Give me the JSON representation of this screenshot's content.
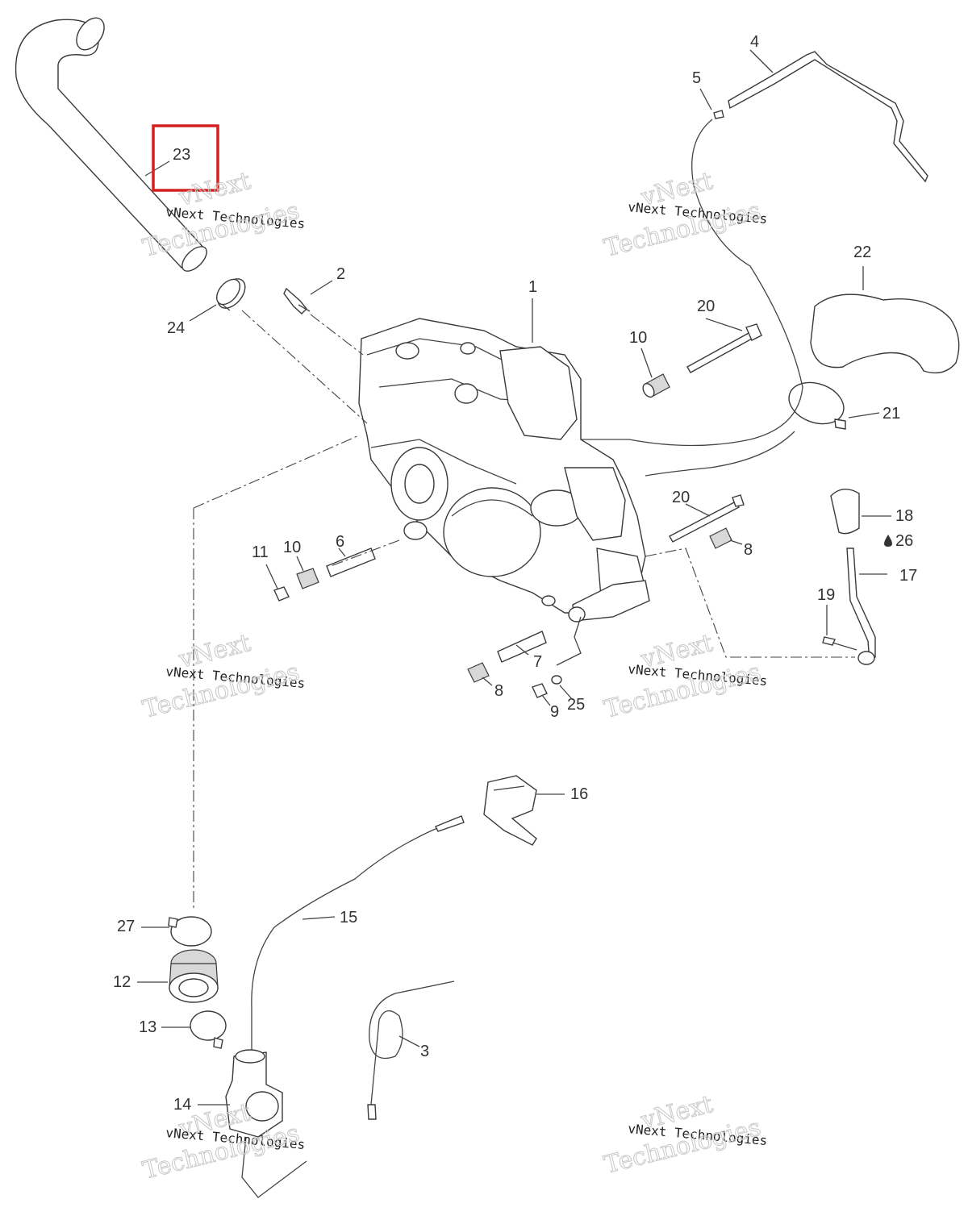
{
  "callouts": {
    "c1": "1",
    "c2": "2",
    "c3": "3",
    "c4": "4",
    "c5": "5",
    "c6": "6",
    "c7": "7",
    "c8a": "8",
    "c8b": "8",
    "c9": "9",
    "c10a": "10",
    "c10b": "10",
    "c11": "11",
    "c12": "12",
    "c13": "13",
    "c14": "14",
    "c15": "15",
    "c16": "16",
    "c17": "17",
    "c18": "18",
    "c19": "19",
    "c20a": "20",
    "c20b": "20",
    "c21": "21",
    "c22": "22",
    "c23": "23",
    "c24": "24",
    "c25": "25",
    "c26": "26",
    "c27": "27"
  },
  "watermarks": {
    "small": "vNext Technologies",
    "big_line1": "vNext",
    "big_line2": "Technologies"
  },
  "highlight": {
    "target": "23",
    "color": "#d62020"
  }
}
